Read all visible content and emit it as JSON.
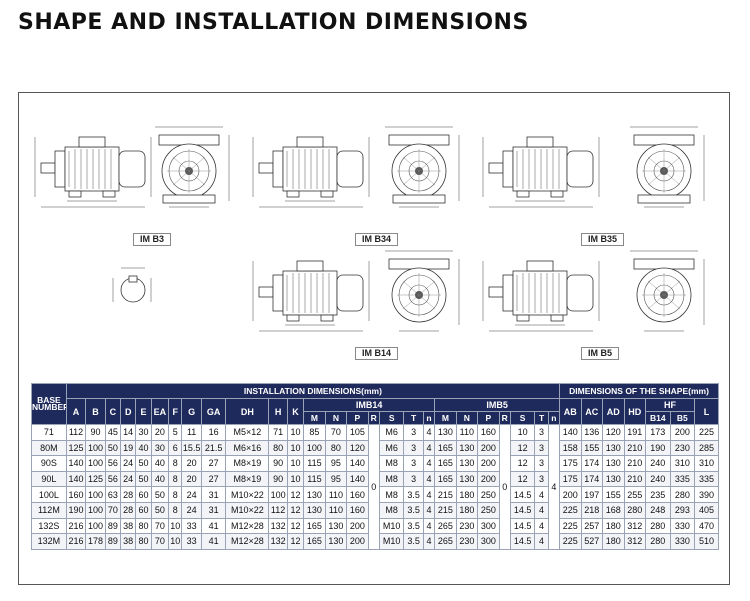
{
  "page": {
    "title": "SHAPE AND INSTALLATION DIMENSIONS"
  },
  "views": {
    "b3": "IM B3",
    "b34": "IM B34",
    "b35": "IM B35",
    "b14": "IM B14",
    "b5": "IM B5"
  },
  "colors": {
    "header_bg": "#1f2a5c",
    "header_text": "#ffffff",
    "grid": "#9aa3b5"
  },
  "table": {
    "base_number_label": "BASE NUMBER",
    "installation_group": "INSTALLATION DIMENSIONS(mm)",
    "shape_group": "DIMENSIONS OF THE SHAPE(mm)",
    "imb14_group": "IMB14",
    "imb5_group": "IMB5",
    "hf_group": "HF",
    "columns_main": [
      "A",
      "B",
      "C",
      "D",
      "E",
      "EA",
      "F",
      "G",
      "GA",
      "DH",
      "H",
      "K"
    ],
    "columns_imb14": [
      "M",
      "N",
      "P",
      "R",
      "S",
      "T",
      "n"
    ],
    "columns_imb5": [
      "M",
      "N",
      "P",
      "R",
      "S",
      "T",
      "n"
    ],
    "columns_shape": [
      "AB",
      "AC",
      "AD",
      "HD"
    ],
    "columns_hf": [
      "B14",
      "B5"
    ],
    "column_l": "L",
    "merged_values": {
      "imb14_r": "0",
      "imb5_r": "0",
      "imb5_n": "4"
    },
    "rows": [
      {
        "base": "71",
        "main": [
          "112",
          "90",
          "45",
          "14",
          "30",
          "20",
          "5",
          "11",
          "16",
          "M5×12",
          "71",
          "10"
        ],
        "imb14": [
          "85",
          "70",
          "105",
          "M6",
          "3",
          "4"
        ],
        "imb5": [
          "130",
          "110",
          "160",
          "10",
          "3"
        ],
        "shape": [
          "140",
          "136",
          "120",
          "191"
        ],
        "hf": [
          "173",
          "200"
        ],
        "l": "225"
      },
      {
        "base": "80M",
        "main": [
          "125",
          "100",
          "50",
          "19",
          "40",
          "30",
          "6",
          "15.5",
          "21.5",
          "M6×16",
          "80",
          "10"
        ],
        "imb14": [
          "100",
          "80",
          "120",
          "M6",
          "3",
          "4"
        ],
        "imb5": [
          "165",
          "130",
          "200",
          "12",
          "3"
        ],
        "shape": [
          "158",
          "155",
          "130",
          "210"
        ],
        "hf": [
          "190",
          "230"
        ],
        "l": "285"
      },
      {
        "base": "90S",
        "main": [
          "140",
          "100",
          "56",
          "24",
          "50",
          "40",
          "8",
          "20",
          "27",
          "M8×19",
          "90",
          "10"
        ],
        "imb14": [
          "115",
          "95",
          "140",
          "M8",
          "3",
          "4"
        ],
        "imb5": [
          "165",
          "130",
          "200",
          "12",
          "3"
        ],
        "shape": [
          "175",
          "174",
          "130",
          "210"
        ],
        "hf": [
          "240",
          "310"
        ],
        "l": "310"
      },
      {
        "base": "90L",
        "main": [
          "140",
          "125",
          "56",
          "24",
          "50",
          "40",
          "8",
          "20",
          "27",
          "M8×19",
          "90",
          "10"
        ],
        "imb14": [
          "115",
          "95",
          "140",
          "M8",
          "3",
          "4"
        ],
        "imb5": [
          "165",
          "130",
          "200",
          "12",
          "3"
        ],
        "shape": [
          "175",
          "174",
          "130",
          "210"
        ],
        "hf": [
          "240",
          "335"
        ],
        "l": "335"
      },
      {
        "base": "100L",
        "main": [
          "160",
          "100",
          "63",
          "28",
          "60",
          "50",
          "8",
          "24",
          "31",
          "M10×22",
          "100",
          "12"
        ],
        "imb14": [
          "130",
          "110",
          "160",
          "M8",
          "3.5",
          "4"
        ],
        "imb5": [
          "215",
          "180",
          "250",
          "14.5",
          "4"
        ],
        "shape": [
          "200",
          "197",
          "155",
          "255"
        ],
        "hf": [
          "235",
          "280"
        ],
        "l": "390"
      },
      {
        "base": "112M",
        "main": [
          "190",
          "100",
          "70",
          "28",
          "60",
          "50",
          "8",
          "24",
          "31",
          "M10×22",
          "112",
          "12"
        ],
        "imb14": [
          "130",
          "110",
          "160",
          "M8",
          "3.5",
          "4"
        ],
        "imb5": [
          "215",
          "180",
          "250",
          "14.5",
          "4"
        ],
        "shape": [
          "225",
          "218",
          "168",
          "280"
        ],
        "hf": [
          "248",
          "293"
        ],
        "l": "405"
      },
      {
        "base": "132S",
        "main": [
          "216",
          "100",
          "89",
          "38",
          "80",
          "70",
          "10",
          "33",
          "41",
          "M12×28",
          "132",
          "12"
        ],
        "imb14": [
          "165",
          "130",
          "200",
          "M10",
          "3.5",
          "4"
        ],
        "imb5": [
          "265",
          "230",
          "300",
          "14.5",
          "4"
        ],
        "shape": [
          "225",
          "257",
          "180",
          "312"
        ],
        "hf": [
          "280",
          "330"
        ],
        "l": "470"
      },
      {
        "base": "132M",
        "main": [
          "216",
          "178",
          "89",
          "38",
          "80",
          "70",
          "10",
          "33",
          "41",
          "M12×28",
          "132",
          "12"
        ],
        "imb14": [
          "165",
          "130",
          "200",
          "M10",
          "3.5",
          "4"
        ],
        "imb5": [
          "265",
          "230",
          "300",
          "14.5",
          "4"
        ],
        "shape": [
          "225",
          "527",
          "180",
          "312"
        ],
        "hf": [
          "280",
          "330"
        ],
        "l": "510"
      }
    ]
  }
}
